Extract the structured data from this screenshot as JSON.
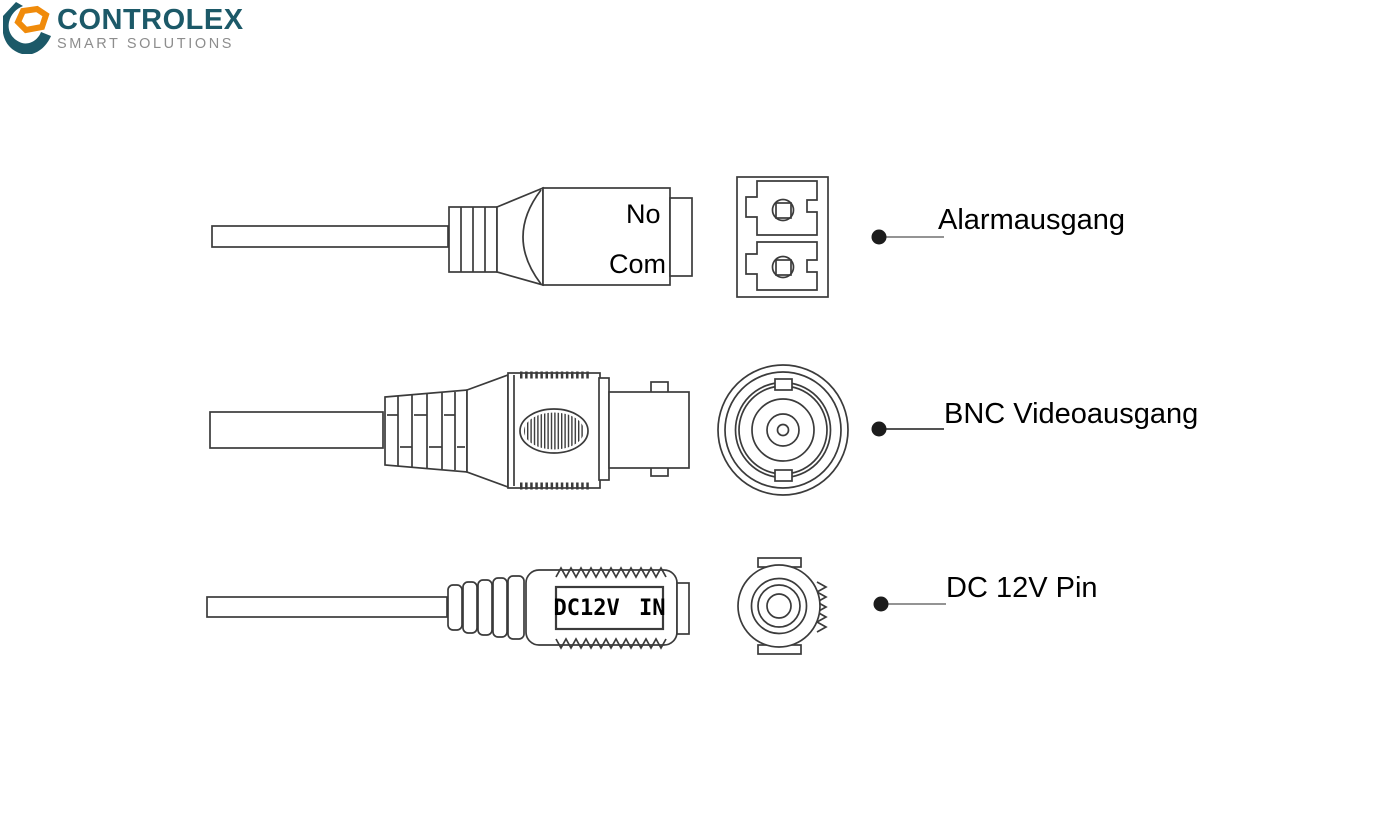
{
  "colors": {
    "line": "#3b3b3b",
    "dot": "#1c1c1c",
    "callout_line": "#949494",
    "callout_line_dark": "#3b3b3b",
    "brand_teal": "#1c5968",
    "logo_orange": "#f08b0b",
    "tagline_gray": "#8d8d8d",
    "label_text": "#000000"
  },
  "logo": {
    "brand": "CONTROLEX",
    "tagline": "SMART SOLUTIONS"
  },
  "diagram": {
    "rows": [
      {
        "connector": "alarm-relay-terminal",
        "pin_top": "No",
        "pin_bottom": "Com",
        "callout": "Alarmausgang"
      },
      {
        "connector": "bnc-plug",
        "callout": "BNC Videoausgang"
      },
      {
        "connector": "dc-barrel-jack",
        "body_label": "DC12V IN",
        "callout": "DC 12V Pin"
      }
    ]
  }
}
